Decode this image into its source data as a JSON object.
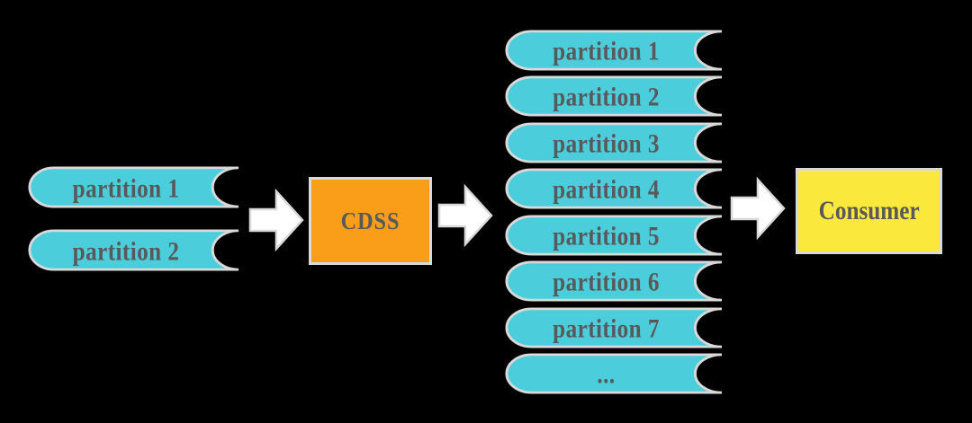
{
  "background": "#000000",
  "colors": {
    "partition_fill": "#4BCDDB",
    "partition_border": "#D9D9D9",
    "cdss_fill": "#FA9E1A",
    "consumer_fill": "#FBE83C",
    "node_border": "#D9D9D9",
    "arrow_fill": "#FFFFFF",
    "arrow_border": "#D9D9D9",
    "label_text": "#595959"
  },
  "input_partitions": [
    {
      "label": "partition 1"
    },
    {
      "label": "partition 2"
    }
  ],
  "cdss": {
    "label": "CDSS"
  },
  "output_partitions": [
    {
      "label": "partition 1"
    },
    {
      "label": "partition 2"
    },
    {
      "label": "partition 3"
    },
    {
      "label": "partition 4"
    },
    {
      "label": "partition 5"
    },
    {
      "label": "partition 6"
    },
    {
      "label": "partition 7"
    },
    {
      "label": "..."
    }
  ],
  "consumer": {
    "label": "Consumer"
  }
}
